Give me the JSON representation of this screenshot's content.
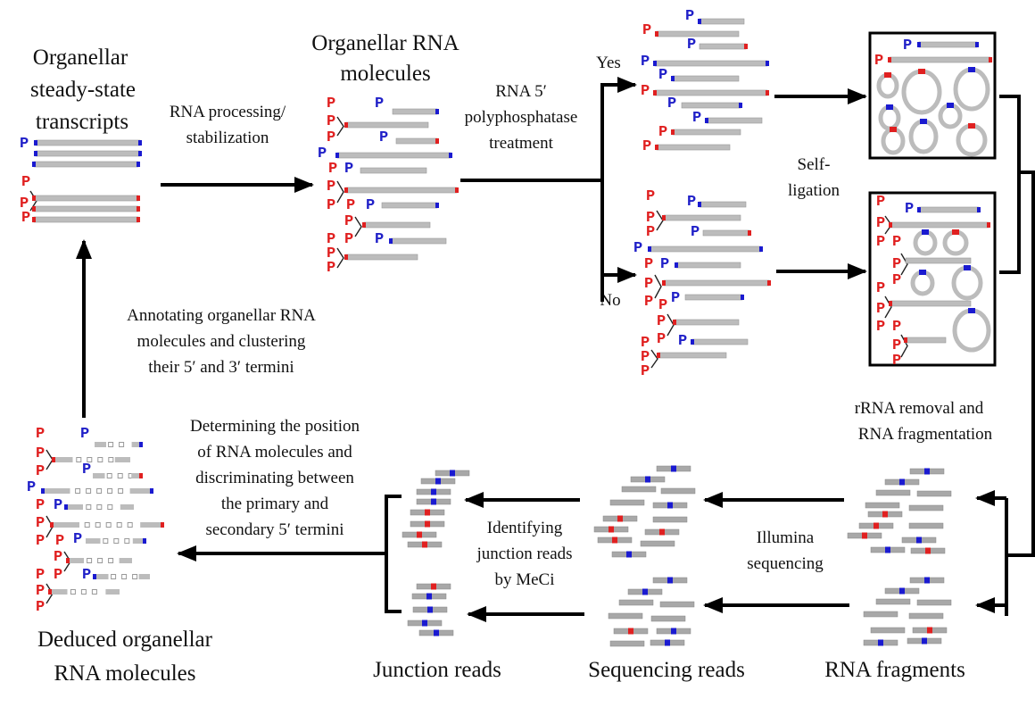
{
  "colors": {
    "strand": "#bcbcbc",
    "strand_dark": "#9a9a9a",
    "red": "#e02020",
    "blue": "#1a1ad0",
    "arrow": "#000000",
    "read": "#a8a8a8"
  },
  "stages": {
    "steady_state": {
      "title": [
        "Organellar",
        "steady-state",
        "transcripts"
      ]
    },
    "rna_molecules": {
      "title": [
        "Organellar RNA",
        "molecules"
      ]
    },
    "deduced": {
      "title": [
        "Deduced organellar",
        "RNA molecules"
      ]
    },
    "junction_reads": {
      "title": "Junction reads"
    },
    "sequencing_reads": {
      "title": "Sequencing reads"
    },
    "rna_fragments": {
      "title": "RNA fragments"
    }
  },
  "steps": {
    "processing": [
      "RNA processing/",
      "stabilization"
    ],
    "polyphosphatase": [
      "RNA 5′",
      "polyphosphatase",
      "treatment"
    ],
    "branch_yes": "Yes",
    "branch_no": "No",
    "self_ligation": [
      "Self-",
      "ligation"
    ],
    "rrna_removal": [
      "rRNA removal and",
      "RNA fragmentation"
    ],
    "illumina": [
      "Illumina",
      "sequencing"
    ],
    "meci": [
      "Identifying",
      "junction reads",
      "by MeCi"
    ],
    "determining": [
      "Determining the position",
      "of RNA molecules and",
      "discriminating between",
      "the primary and",
      "secondary 5′ termini"
    ],
    "annotating": [
      "Annotating organellar RNA",
      "molecules and clustering",
      "their 5′ and 3′ termini"
    ]
  },
  "glyphs": {
    "phosphate": "P"
  }
}
